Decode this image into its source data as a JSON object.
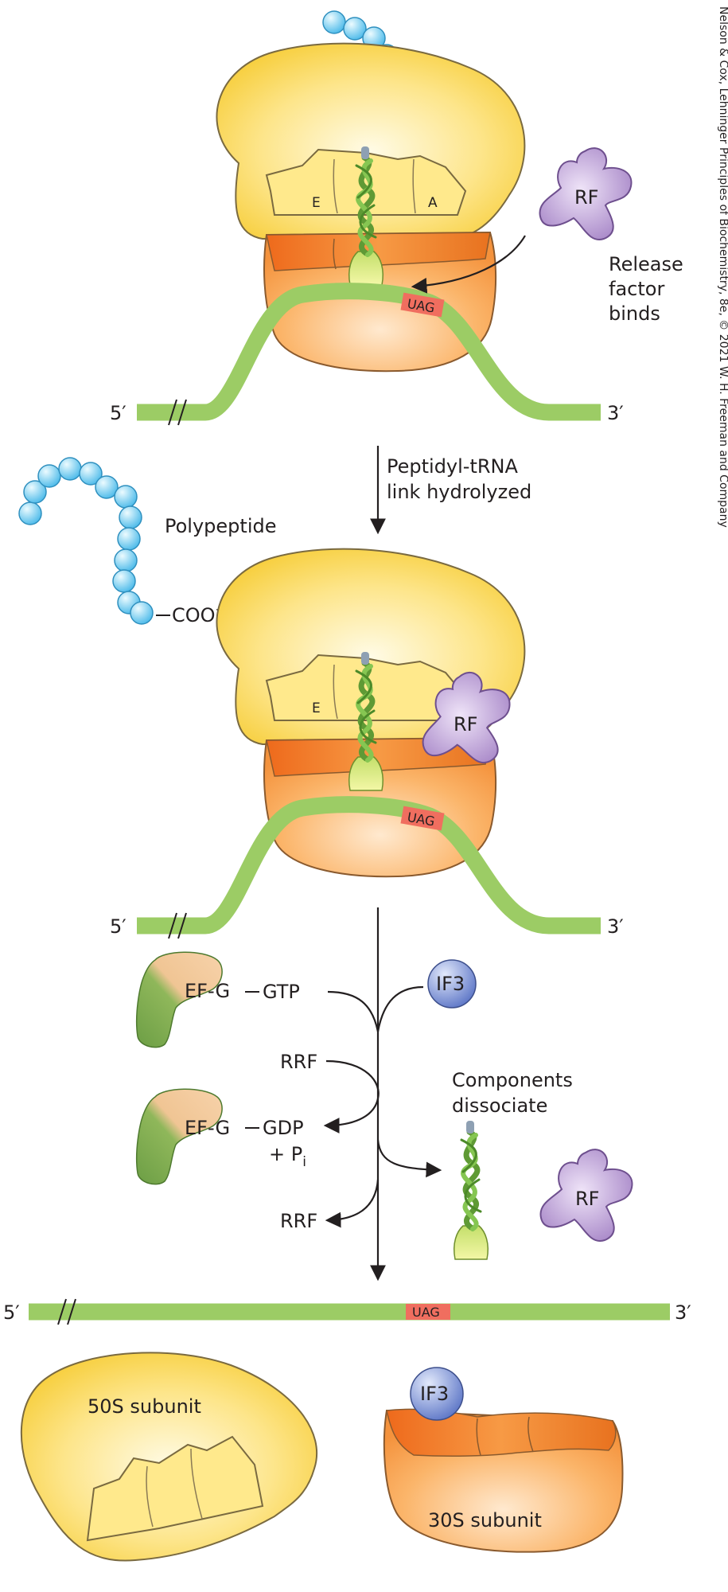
{
  "credit": "Nelson & Cox, Lehninger Principles of Biochemistry, 8e, © 2021 W. H. Freeman and Company",
  "colors": {
    "mrna": "#9ccc65",
    "codon": "#f06e5f",
    "large_subunit": "#fbd95a",
    "small_subunit": "#f8a552",
    "rf": "#b79ad0",
    "if3": "#7b92d4",
    "bead": "#8fd8f5",
    "trna": "#7ab648",
    "efg": "#f6c79a",
    "efg_dark": "#6fa24a"
  },
  "stage1": {
    "site_e": "E",
    "site_a": "A",
    "codon": "UAG",
    "five_prime": "5′",
    "three_prime": "3′",
    "rf_label": "RF",
    "caption": [
      "Release",
      "factor",
      "binds"
    ]
  },
  "arrow1": {
    "caption": [
      "Peptidyl-tRNA",
      "link hydrolyzed"
    ]
  },
  "stage2": {
    "polypeptide_label": "Polypeptide",
    "coo_label": "COO",
    "coo_charge": "−",
    "site_e": "E",
    "rf_label": "RF",
    "codon": "UAG",
    "five_prime": "5′",
    "three_prime": "3′"
  },
  "stage3": {
    "efg_label_1": "EF-G",
    "gtp_label": "GTP",
    "if3_label": "IF3",
    "rrf_in_label": "RRF",
    "efg_label_2": "EF-G",
    "gdp_label": "GDP",
    "pi_label": "+ P",
    "pi_sub": "i",
    "rrf_out_label": "RRF",
    "components_caption": [
      "Components",
      "dissociate"
    ],
    "rf_label": "RF"
  },
  "stage4": {
    "five_prime": "5′",
    "three_prime": "3′",
    "codon": "UAG",
    "large_subunit_label": "50S subunit",
    "small_subunit_label": "30S subunit",
    "if3_label": "IF3"
  }
}
